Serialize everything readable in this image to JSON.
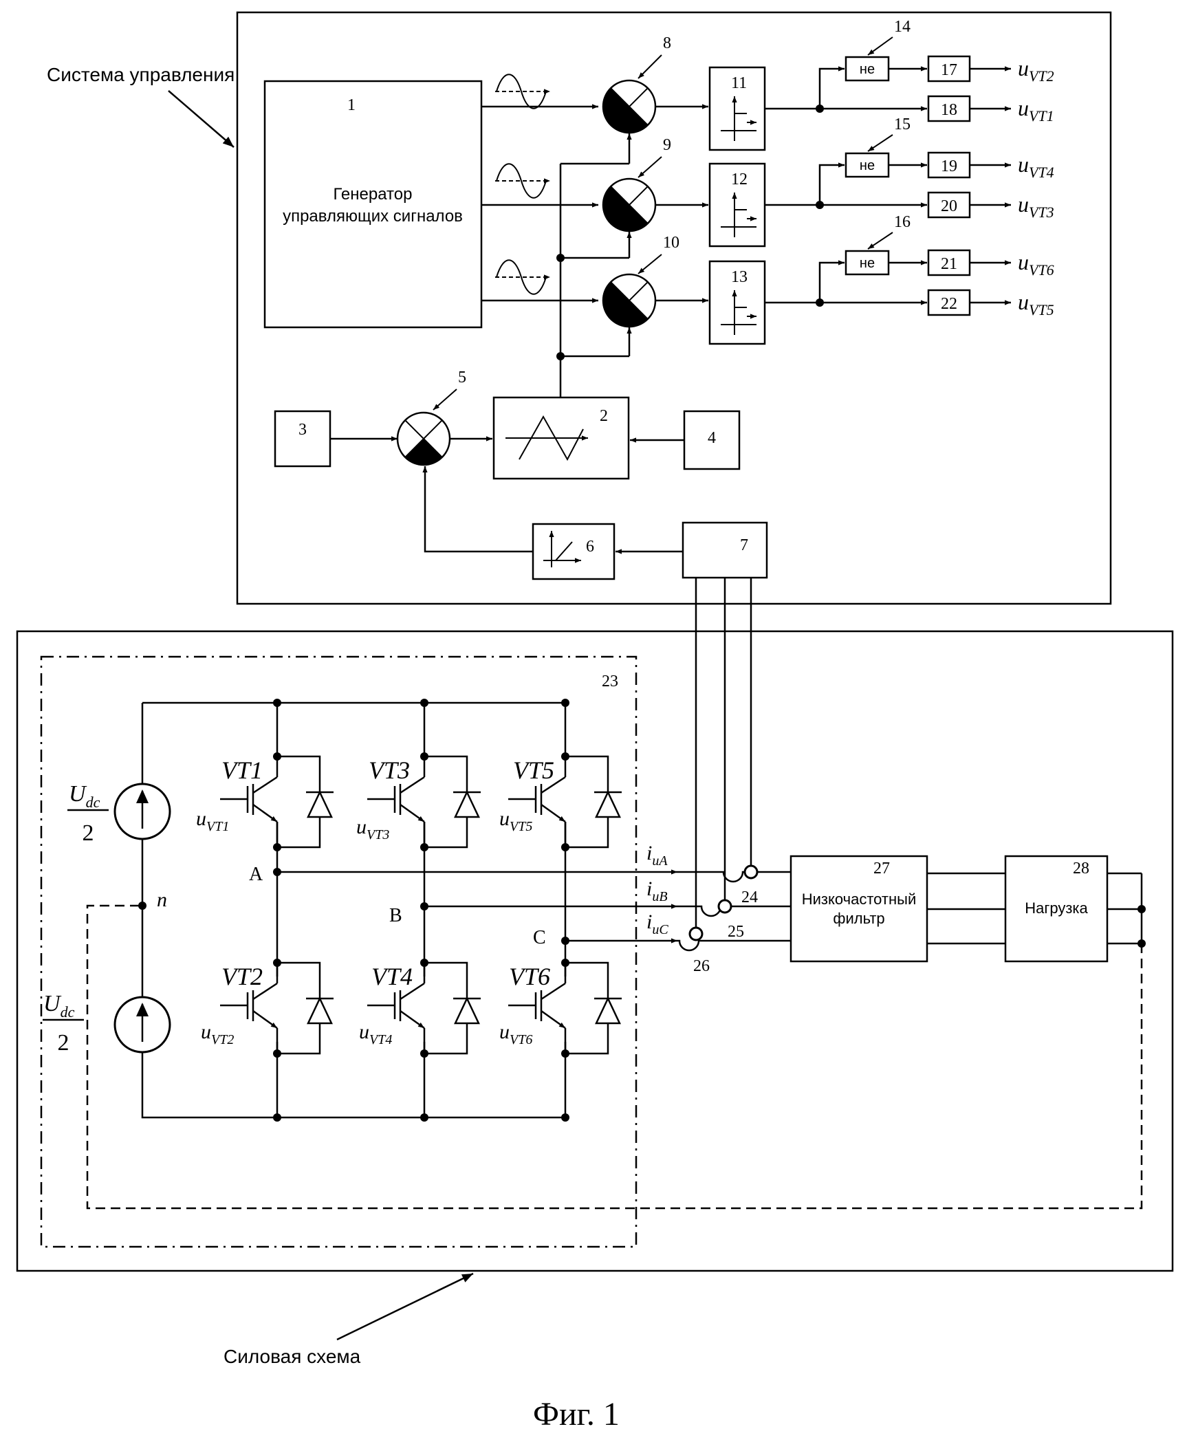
{
  "labels": {
    "control_system": "Система управления",
    "power_circuit": "Силовая схема",
    "figure_caption": "Фиг. 1",
    "generator": [
      "Генератор",
      "управляющих сигналов"
    ],
    "lpf": [
      "Низкочастотный",
      "фильтр"
    ],
    "load": "Нагрузка",
    "not": "не",
    "node_a": "A",
    "node_b": "B",
    "node_c": "C",
    "node_n": "n"
  },
  "block_numbers": {
    "b1": "1",
    "b2": "2",
    "b3": "3",
    "b4": "4",
    "b5": "5",
    "b6": "6",
    "b7": "7",
    "b8": "8",
    "b9": "9",
    "b10": "10",
    "b11": "11",
    "b12": "12",
    "b13": "13",
    "b14": "14",
    "b15": "15",
    "b16": "16",
    "b17": "17",
    "b18": "18",
    "b19": "19",
    "b20": "20",
    "b21": "21",
    "b22": "22",
    "b23": "23",
    "b24": "24",
    "b25": "25",
    "b26": "26",
    "b27": "27",
    "b28": "28"
  },
  "outputs": [
    {
      "base": "u",
      "sub": "VT2"
    },
    {
      "base": "u",
      "sub": "VT1"
    },
    {
      "base": "u",
      "sub": "VT4"
    },
    {
      "base": "u",
      "sub": "VT3"
    },
    {
      "base": "u",
      "sub": "VT6"
    },
    {
      "base": "u",
      "sub": "VT5"
    }
  ],
  "transistors": [
    {
      "name": "VT1",
      "gate_base": "u",
      "gate_sub": "VT1"
    },
    {
      "name": "VT3",
      "gate_base": "u",
      "gate_sub": "VT3"
    },
    {
      "name": "VT5",
      "gate_base": "u",
      "gate_sub": "VT5"
    },
    {
      "name": "VT2",
      "gate_base": "u",
      "gate_sub": "VT2"
    },
    {
      "name": "VT4",
      "gate_base": "u",
      "gate_sub": "VT4"
    },
    {
      "name": "VT6",
      "gate_base": "u",
      "gate_sub": "VT6"
    }
  ],
  "sources": {
    "num": "U",
    "num_sub": "dc",
    "den": "2"
  },
  "currents": [
    {
      "base": "i",
      "sub": "uA"
    },
    {
      "base": "i",
      "sub": "uB"
    },
    {
      "base": "i",
      "sub": "uC"
    }
  ]
}
